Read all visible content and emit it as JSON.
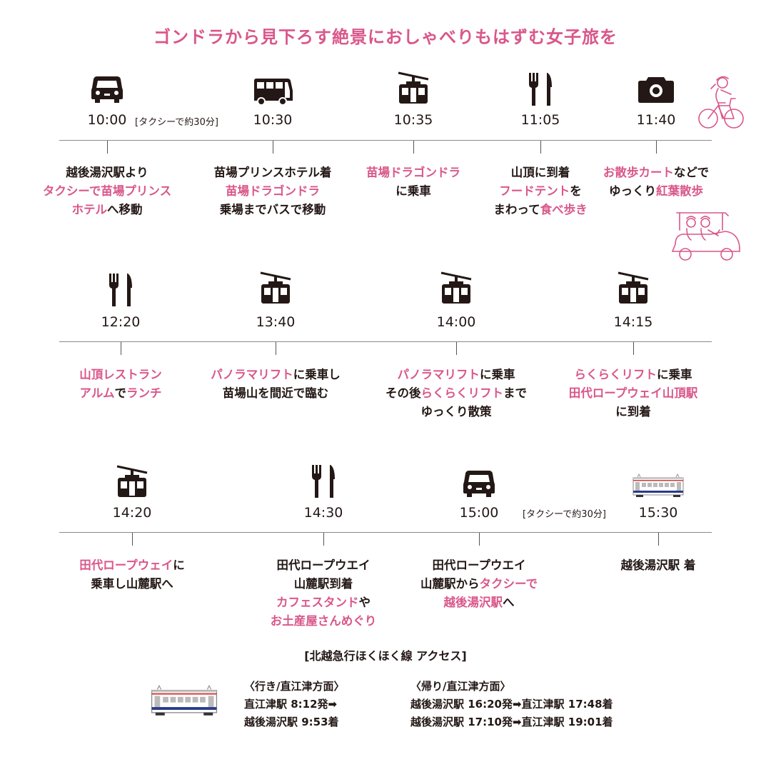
{
  "title": "ゴンドラから見下ろす絶景におしゃべりもはずむ女子旅を",
  "colors": {
    "accent": "#d9578a",
    "text": "#231815",
    "axis": "#8a8a8a"
  },
  "rows": [
    {
      "stops": [
        {
          "icon": "car-icon",
          "time": "10:00",
          "lines": [
            [
              {
                "t": "越後湯沢駅より",
                "pk": false
              }
            ],
            [
              {
                "t": "タクシーで苗場プリンス",
                "pk": true
              }
            ],
            [
              {
                "t": "ホテル",
                "pk": true
              },
              {
                "t": "へ移動",
                "pk": false
              }
            ]
          ]
        },
        {
          "icon": "bus-icon",
          "time": "10:30",
          "lines": [
            [
              {
                "t": "苗場プリンスホテル着",
                "pk": false
              }
            ],
            [
              {
                "t": "苗場ドラゴンドラ",
                "pk": true
              }
            ],
            [
              {
                "t": "乗場までバスで移動",
                "pk": false
              }
            ]
          ]
        },
        {
          "icon": "gondola-icon",
          "time": "10:35",
          "lines": [
            [
              {
                "t": "苗場ドラゴンドラ",
                "pk": true
              }
            ],
            [
              {
                "t": "に乗車",
                "pk": false
              }
            ]
          ]
        },
        {
          "icon": "fork-knife-icon",
          "time": "11:05",
          "lines": [
            [
              {
                "t": "山頂に到着",
                "pk": false
              }
            ],
            [
              {
                "t": "フードテント",
                "pk": true
              },
              {
                "t": "を",
                "pk": false
              }
            ],
            [
              {
                "t": "まわって",
                "pk": false
              },
              {
                "t": "食べ歩き",
                "pk": true
              }
            ]
          ]
        },
        {
          "icon": "camera-icon",
          "time": "11:40",
          "lines": [
            [
              {
                "t": "お散歩カート",
                "pk": true
              },
              {
                "t": "などで",
                "pk": false
              }
            ],
            [
              {
                "t": "ゆっくり",
                "pk": false
              },
              {
                "t": "紅葉散歩",
                "pk": true
              }
            ]
          ]
        }
      ],
      "note": "[タクシーで約30分]"
    },
    {
      "stops": [
        {
          "icon": "fork-knife-icon",
          "time": "12:20",
          "lines": [
            [
              {
                "t": "山頂レストラン",
                "pk": true
              }
            ],
            [
              {
                "t": "アルム",
                "pk": true
              },
              {
                "t": "で",
                "pk": false
              },
              {
                "t": "ランチ",
                "pk": true
              }
            ]
          ]
        },
        {
          "icon": "gondola-icon",
          "time": "13:40",
          "lines": [
            [
              {
                "t": "パノラマリフト",
                "pk": true
              },
              {
                "t": "に乗車し",
                "pk": false
              }
            ],
            [
              {
                "t": "苗場山を間近で臨む",
                "pk": false
              }
            ]
          ]
        },
        {
          "icon": "gondola-icon",
          "time": "14:00",
          "lines": [
            [
              {
                "t": "パノラマリフト",
                "pk": true
              },
              {
                "t": "に乗車",
                "pk": false
              }
            ],
            [
              {
                "t": "その後",
                "pk": false
              },
              {
                "t": "らくらくリフト",
                "pk": true
              },
              {
                "t": "まで",
                "pk": false
              }
            ],
            [
              {
                "t": "ゆっくり散策",
                "pk": false
              }
            ]
          ]
        },
        {
          "icon": "gondola-icon",
          "time": "14:15",
          "lines": [
            [
              {
                "t": "らくらくリフト",
                "pk": true
              },
              {
                "t": "に乗車",
                "pk": false
              }
            ],
            [
              {
                "t": "田代ロープウェイ山頂駅",
                "pk": true
              }
            ],
            [
              {
                "t": "に到着",
                "pk": false
              }
            ]
          ]
        }
      ]
    },
    {
      "stops": [
        {
          "icon": "gondola-icon",
          "time": "14:20",
          "lines": [
            [
              {
                "t": "田代ロープウェイ",
                "pk": true
              },
              {
                "t": "に",
                "pk": false
              }
            ],
            [
              {
                "t": "乗車し山麓駅へ",
                "pk": false
              }
            ]
          ]
        },
        {
          "icon": "fork-knife-icon",
          "time": "14:30",
          "lines": [
            [
              {
                "t": "田代ロープウエイ",
                "pk": false
              }
            ],
            [
              {
                "t": "山麓駅到着",
                "pk": false
              }
            ],
            [
              {
                "t": "カフェスタンド",
                "pk": true
              },
              {
                "t": "や",
                "pk": false
              }
            ],
            [
              {
                "t": "お土産屋さんめぐり",
                "pk": true
              }
            ]
          ]
        },
        {
          "icon": "car-icon",
          "time": "15:00",
          "lines": [
            [
              {
                "t": "田代ロープウエイ",
                "pk": false
              }
            ],
            [
              {
                "t": "山麓駅から",
                "pk": false
              },
              {
                "t": "タクシーで",
                "pk": true
              }
            ],
            [
              {
                "t": "越後湯沢駅",
                "pk": true
              },
              {
                "t": "へ",
                "pk": false
              }
            ]
          ]
        },
        {
          "icon": "train-icon",
          "time": "15:30",
          "lines": [
            [
              {
                "t": "越後湯沢駅 着",
                "pk": false
              }
            ]
          ]
        }
      ],
      "note": "[タクシーで約30分]"
    }
  ],
  "access": {
    "title": "[北越急行ほくほく線 アクセス]",
    "outbound": {
      "heading": "〈行き/直江津方面〉",
      "lines": [
        "直江津駅  8:12発➡",
        "越後湯沢駅 9:53着"
      ]
    },
    "return": {
      "heading": "〈帰り/直江津方面〉",
      "lines": [
        "越後湯沢駅 16:20発➡直江津駅 17:48着",
        "越後湯沢駅 17:10発➡直江津駅 19:01着"
      ]
    }
  }
}
